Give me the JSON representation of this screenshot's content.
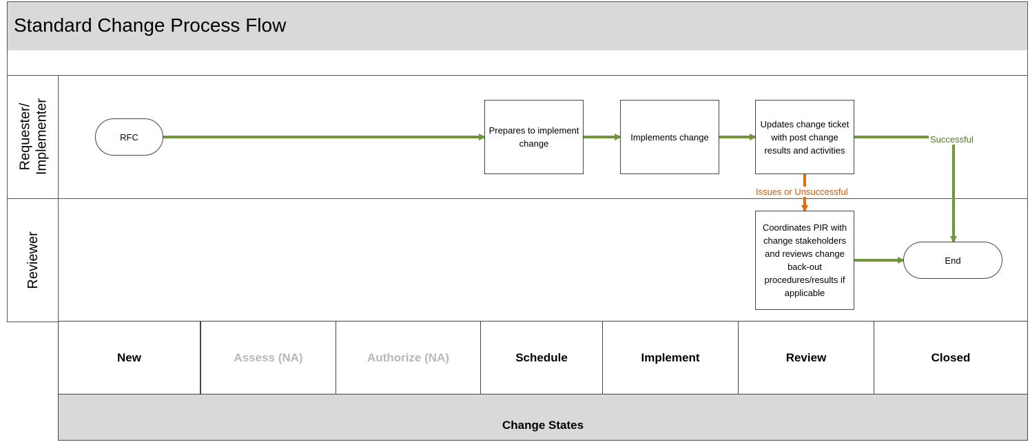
{
  "title": "Standard Change Process Flow",
  "lanes": [
    {
      "label": "Requester/ Implementer"
    },
    {
      "label": "Reviewer"
    }
  ],
  "nodes": {
    "rfc": "RFC",
    "prepare": "Prepares to implement change",
    "implement": "Implements change",
    "update": "Updates change ticket with post change results and activities",
    "pir": "Coordinates PIR with change stakeholders and reviews change back-out procedures/results if applicable",
    "end": "End"
  },
  "edge_labels": {
    "successful": "Successful",
    "issues": "Issues or Unsuccessful"
  },
  "states": [
    {
      "label": "New",
      "disabled": false
    },
    {
      "label": "Assess  (NA)",
      "disabled": true
    },
    {
      "label": "Authorize  (NA)",
      "disabled": true
    },
    {
      "label": "Schedule",
      "disabled": false
    },
    {
      "label": "Implement",
      "disabled": false
    },
    {
      "label": "Review",
      "disabled": false
    },
    {
      "label": "Closed",
      "disabled": false
    }
  ],
  "states_footer": "Change States",
  "colors": {
    "flow_arrow": "#70963a",
    "issue_arrow": "#e36c0a",
    "successful_text": "#4f7a28",
    "issue_text": "#c55a11",
    "header_fill": "#d9d9d9",
    "na_text": "#b8b8b8"
  }
}
